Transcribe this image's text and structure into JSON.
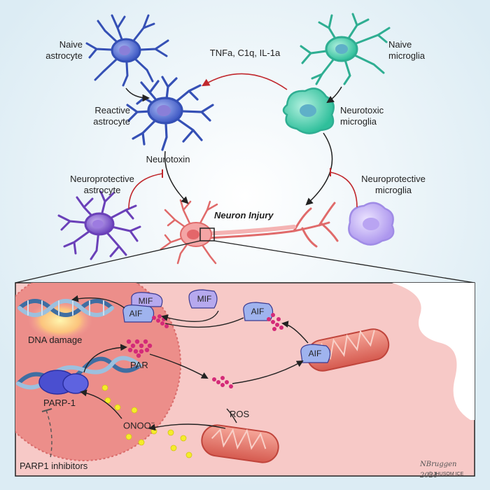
{
  "top": {
    "naive_astrocyte": "Naive\nastrocyte",
    "naive_microglia": "Naive\nmicroglia",
    "cytokines": "TNFa, C1q, IL-1a",
    "reactive_astrocyte": "Reactive\nastrocyte",
    "neurotoxic_microglia": "Neurotoxic\nmicroglia",
    "neurotoxin": "Neurotoxin",
    "neuroprotective_astrocyte": "Neuroprotective\nastrocyte",
    "neuroprotective_microglia": "Neuroprotective\nmicroglia",
    "neuron_injury": "Neuron Injury"
  },
  "inset": {
    "mif_top": "MIF",
    "aif_top": "AIF",
    "mif_free": "MIF",
    "aif_mid": "AIF",
    "aif_mito": "AIF",
    "dna_damage": "DNA damage",
    "par": "PAR",
    "parp1": "PARP-1",
    "onoo": "ONOO",
    "onoo_sup": "−",
    "ros": "ROS",
    "parp1_inhibitors": "PARP1 inhibitors"
  },
  "credits": {
    "signature": "NBruggen 2021",
    "copyright": "© JHUSOM ICE"
  },
  "colors": {
    "astrocyte": "#4a64c8",
    "microglia": "#3cc9a8",
    "neuroprotective_astrocyte": "#7a55c8",
    "neuroprotective_microglia": "#b49ef0",
    "neuron": "#f2a0a0",
    "inhibition_red": "#c0282d",
    "par_magenta": "#d42a78",
    "ros_yellow": "#f5ec2a"
  }
}
